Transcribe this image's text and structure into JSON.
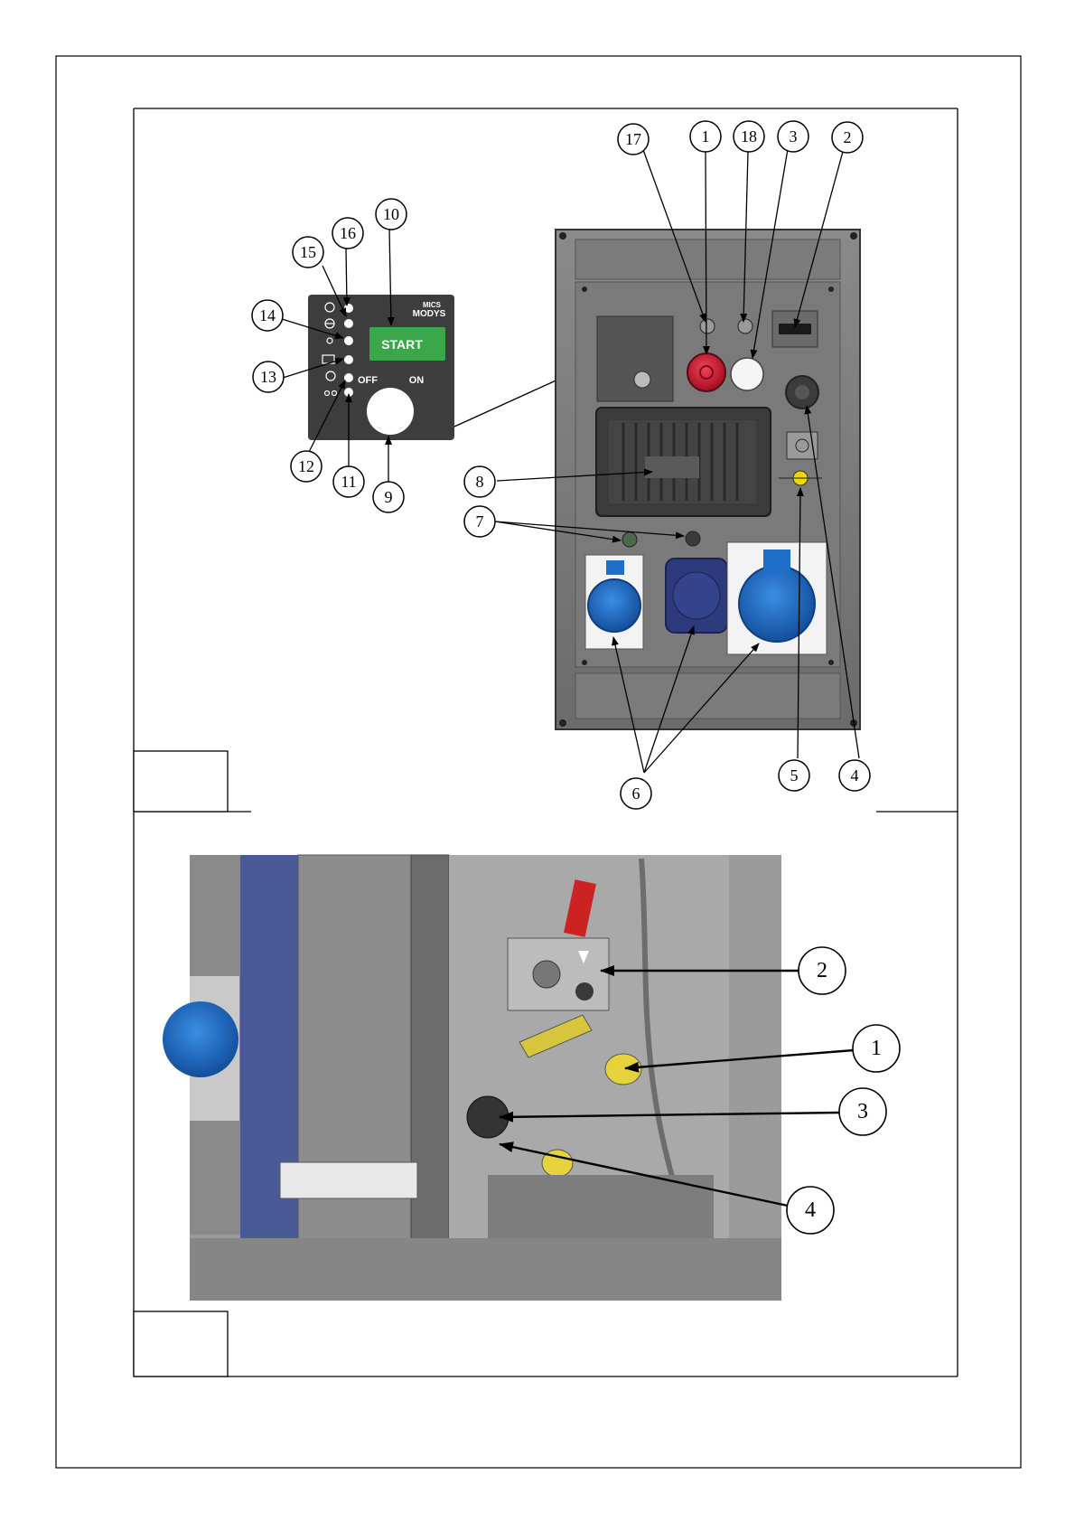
{
  "figure_a": {
    "callouts": [
      "1",
      "2",
      "3",
      "4",
      "5",
      "6",
      "7",
      "8",
      "9",
      "10",
      "11",
      "12",
      "13",
      "14",
      "15",
      "16",
      "17",
      "18"
    ],
    "control_panel": {
      "brand_small": "MICS",
      "brand": "MODYS",
      "start_label": "START",
      "off_label": "OFF",
      "on_label": "ON"
    }
  },
  "figure_b": {
    "callouts": [
      "1",
      "2",
      "3",
      "4"
    ]
  },
  "colors": {
    "frame": "#000000",
    "panel_grey": "#6f6f6f",
    "panel_dark": "#3a3a3a",
    "socket_blue": "#1f6fc8",
    "socket_navy": "#2d3a7c",
    "stop_red": "#d0152b",
    "start_green": "#3aa84a",
    "lamp_yellow": "#f2d600"
  }
}
